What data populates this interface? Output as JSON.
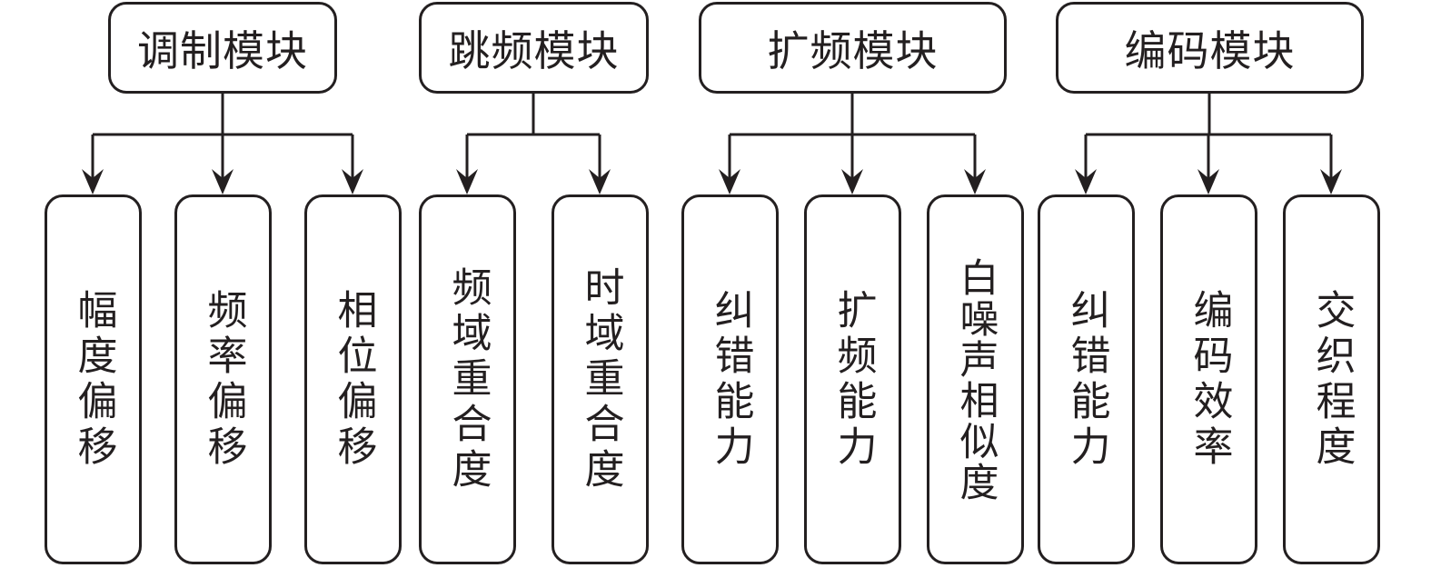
{
  "modules": [
    {
      "title": "调制模块",
      "children": [
        "幅度偏移",
        "频率偏移",
        "相位偏移"
      ]
    },
    {
      "title": "跳频模块",
      "children": [
        "频域重合度",
        "时域重合度"
      ]
    },
    {
      "title": "扩频模块",
      "children": [
        "纠错能力",
        "扩频能力",
        "白噪声相似度"
      ]
    },
    {
      "title": "编码模块",
      "children": [
        "纠错能力",
        "编码效率",
        "交织程度"
      ]
    }
  ]
}
